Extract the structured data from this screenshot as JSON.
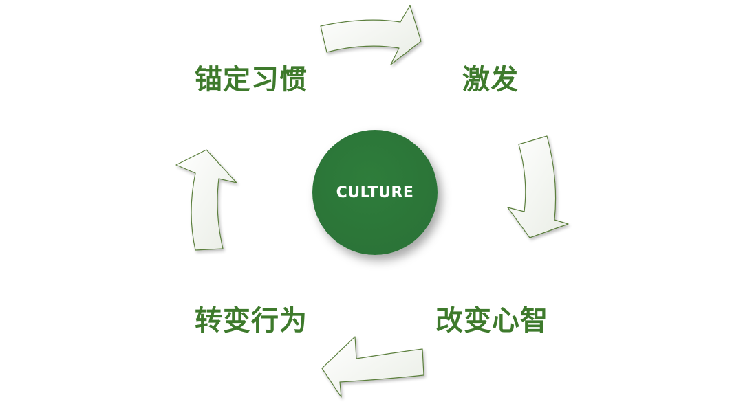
{
  "colors": {
    "accent": "#3e7a2c",
    "center_fill": "#2e7d3b",
    "arrow_fill": "#ffffff",
    "arrow_stroke": "#5b7f3e",
    "background": "#ffffff"
  },
  "center": {
    "label": "CULTURE"
  },
  "cycle": {
    "steps": [
      {
        "label": "激发"
      },
      {
        "label": "改变心智"
      },
      {
        "label": "转变行为"
      },
      {
        "label": "锚定习惯"
      }
    ]
  },
  "arrows": [
    {
      "name": "top-arrow",
      "direction": "right-arrow-icon"
    },
    {
      "name": "right-arrow",
      "direction": "down-arrow-icon"
    },
    {
      "name": "bottom-arrow",
      "direction": "left-arrow-icon"
    },
    {
      "name": "left-arrow",
      "direction": "up-arrow-icon"
    }
  ]
}
